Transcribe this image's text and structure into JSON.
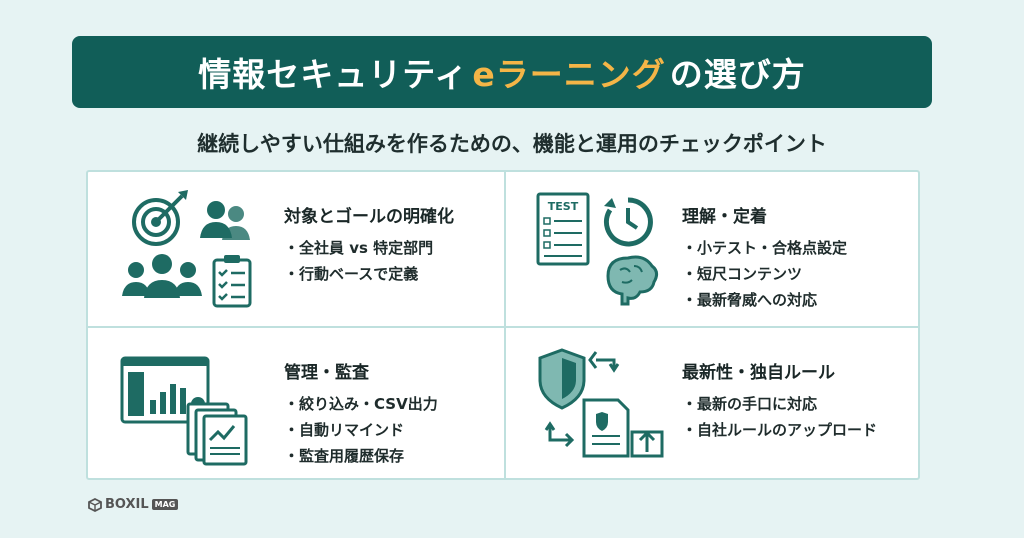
{
  "title": {
    "before": "情報セキュリティ",
    "accent": "eラーニング",
    "after": "の選び方"
  },
  "subtitle": "継続しやすい仕組みを作るための、機能と運用のチェックポイント",
  "cells": [
    {
      "heading": "対象とゴールの明確化",
      "items": [
        "全社員 vs 特定部門",
        "行動ベースで定義"
      ]
    },
    {
      "heading": "理解・定着",
      "items": [
        "小テスト・合格点設定",
        "短尺コンテンツ",
        "最新脅威への対応"
      ],
      "icon_text": "TEST"
    },
    {
      "heading": "管理・監査",
      "items": [
        "絞り込み・CSV出力",
        "自動リマインド",
        "監査用履歴保存"
      ]
    },
    {
      "heading": "最新性・独自ルール",
      "items": [
        "最新の手口に対応",
        "自社ルールのアップロード"
      ]
    }
  ],
  "logo": {
    "name": "BOXIL",
    "badge": "MAG"
  },
  "colors": {
    "primary": "#115e58",
    "accent": "#f4b547",
    "background": "#e6f3f3",
    "icon": "#1e6b63"
  }
}
